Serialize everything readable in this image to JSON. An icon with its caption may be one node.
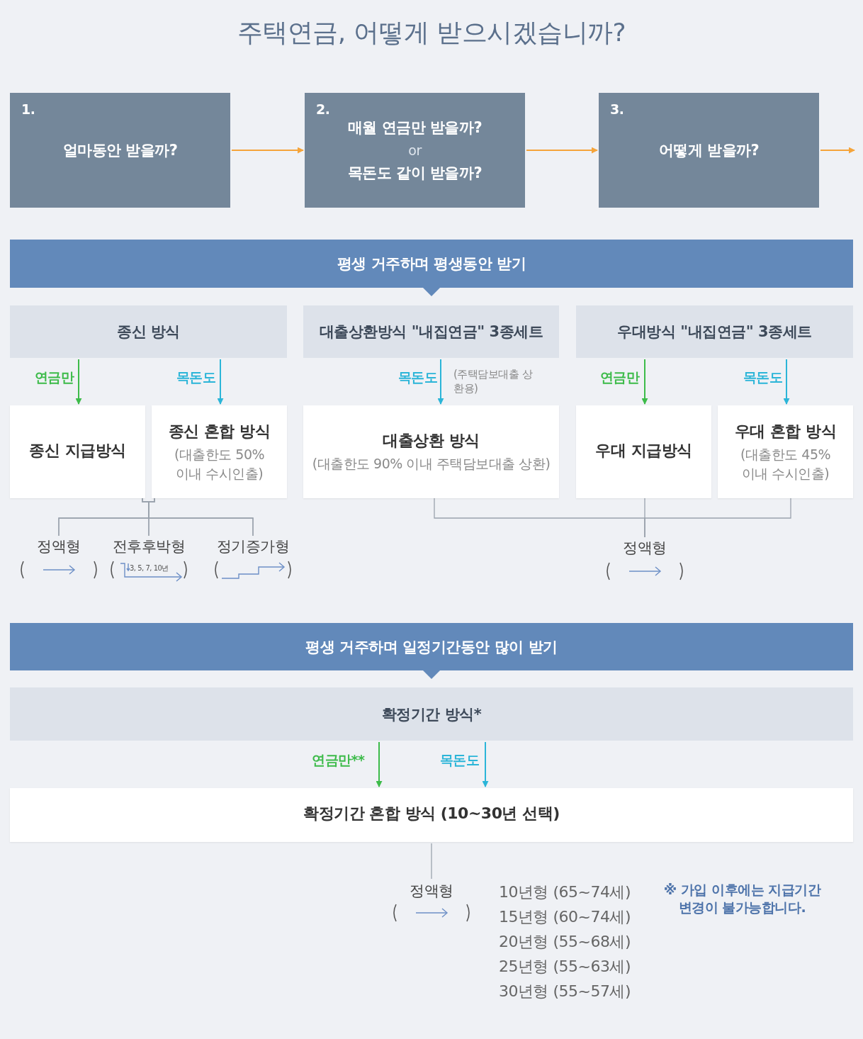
{
  "diagram": {
    "title": "주택연금, 어떻게 받으시겠습니까?",
    "nodes": [
      {
        "text": [
          "1.",
          "얼마동안 받을까?"
        ]
      },
      {
        "text": [
          "2.",
          "매월 연금만 받을까?",
          "or",
          "목돈도 같이 받을까?"
        ]
      },
      {
        "text": [
          "3.",
          "어떻게 받을까?"
        ]
      },
      {
        "text": [
          "평생 거주하며 평생동안 받기"
        ]
      },
      {
        "text": [
          "종신 방식"
        ]
      },
      {
        "text": [
          "대출상환방식 \"내집연금\" 3종세트"
        ]
      },
      {
        "text": [
          "우대방식 \"내집연금\" 3종세트"
        ]
      },
      {
        "text": [
          "종신 지급방식"
        ]
      },
      {
        "text": [
          "종신 혼합 방식",
          "(대출한도 50% 이내 수시인출)"
        ]
      },
      {
        "text": [
          "대출상환 방식",
          "(대출한도 90% 이내 주택담보대출 상환)"
        ]
      },
      {
        "text": [
          "우대 지급방식"
        ]
      },
      {
        "text": [
          "우대 혼합 방식",
          "(대출한도 45% 이내 수시인출)"
        ]
      },
      {
        "text": [
          "정액형"
        ]
      },
      {
        "text": [
          "전후후박형"
        ]
      },
      {
        "text": [
          "정기증가형"
        ]
      },
      {
        "text": [
          "정액형"
        ]
      },
      {
        "text": [
          "평생 거주하며 일정기간동안 많이 받기"
        ]
      },
      {
        "text": [
          "확정기간 방식*"
        ]
      },
      {
        "text": [
          "확정기간 혼합 방식 (10~30년 선택)"
        ]
      },
      {
        "text": [
          "정액형"
        ]
      }
    ],
    "edges": [
      {
        "from": 0,
        "to": 1,
        "arrow": "to",
        "color": "#f5a43a"
      },
      {
        "from": 1,
        "to": 2,
        "arrow": "to",
        "color": "#f5a43a"
      },
      {
        "from": 2,
        "to": null,
        "arrow": "to",
        "color": "#f5a43a"
      },
      {
        "from": 4,
        "to": 7,
        "arrow": "to",
        "label": "연금만",
        "color": "#3dbb4a"
      },
      {
        "from": 4,
        "to": 8,
        "arrow": "to",
        "label": "목돈도",
        "color": "#2bb5d8"
      },
      {
        "from": 5,
        "to": 9,
        "arrow": "to",
        "label": "목돈도",
        "color": "#2bb5d8"
      },
      {
        "from": 6,
        "to": 10,
        "arrow": "to",
        "label": "연금만",
        "color": "#3dbb4a"
      },
      {
        "from": 6,
        "to": 11,
        "arrow": "to",
        "label": "목돈도",
        "color": "#2bb5d8"
      },
      {
        "from": 7,
        "to": 12,
        "arrow": "none"
      },
      {
        "from": 7,
        "to": 13,
        "arrow": "none"
      },
      {
        "from": 7,
        "to": 14,
        "arrow": "none"
      },
      {
        "from": 8,
        "to": 12,
        "arrow": "none"
      },
      {
        "from": 8,
        "to": 13,
        "arrow": "none"
      },
      {
        "from": 8,
        "to": 14,
        "arrow": "none"
      },
      {
        "from": 9,
        "to": 15,
        "arrow": "none"
      },
      {
        "from": 10,
        "to": 15,
        "arrow": "none"
      },
      {
        "from": 11,
        "to": 15,
        "arrow": "none"
      },
      {
        "from": 17,
        "to": 18,
        "arrow": "to",
        "label": "연금만**",
        "color": "#3dbb4a"
      },
      {
        "from": 17,
        "to": 18,
        "arrow": "to",
        "label": "목돈도",
        "color": "#2bb5d8"
      },
      {
        "from": 18,
        "to": 19,
        "arrow": "none"
      }
    ],
    "labels": [
      "(주택담보대출 상환용)",
      "3, 5, 7, 10년",
      "10년형 (65~74세)",
      "15년형 (60~74세)",
      "20년형 (55~68세)",
      "25년형 (55~63세)",
      "30년형 (55~57세)",
      "※ 가입 이후에는 지급기간 변경이 불가능합니다."
    ]
  }
}
